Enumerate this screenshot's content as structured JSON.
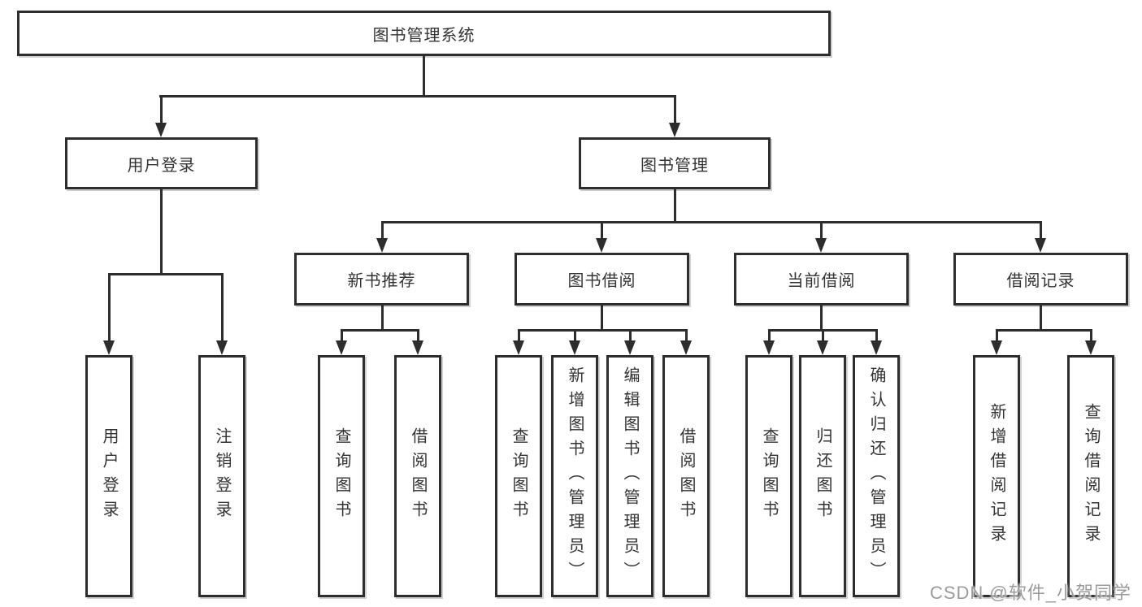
{
  "diagram": {
    "title": "图书管理系统",
    "root": {
      "label": "图书管理系统",
      "children": [
        {
          "label": "用户登录",
          "children": [
            {
              "label": "用户登录"
            },
            {
              "label": "注销登录"
            }
          ]
        },
        {
          "label": "图书管理",
          "children": [
            {
              "label": "新书推荐",
              "children": [
                {
                  "label": "查询图书"
                },
                {
                  "label": "借阅图书"
                }
              ]
            },
            {
              "label": "图书借阅",
              "children": [
                {
                  "label": "查询图书"
                },
                {
                  "label": "新增图书（管理员）"
                },
                {
                  "label": "编辑图书（管理员）"
                },
                {
                  "label": "借阅图书"
                }
              ]
            },
            {
              "label": "当前借阅",
              "children": [
                {
                  "label": "查询图书"
                },
                {
                  "label": "归还图书"
                },
                {
                  "label": "确认归还（管理员）"
                }
              ]
            },
            {
              "label": "借阅记录",
              "children": [
                {
                  "label": "新增借阅记录"
                },
                {
                  "label": "查询借阅记录"
                }
              ]
            }
          ]
        }
      ]
    }
  },
  "watermark": {
    "text": "CSDN @软件_小贺同学"
  },
  "colors": {
    "line": "#2d2d2d",
    "text": "#333333",
    "background": "#ffffff",
    "watermark": "#9b9b9b"
  }
}
